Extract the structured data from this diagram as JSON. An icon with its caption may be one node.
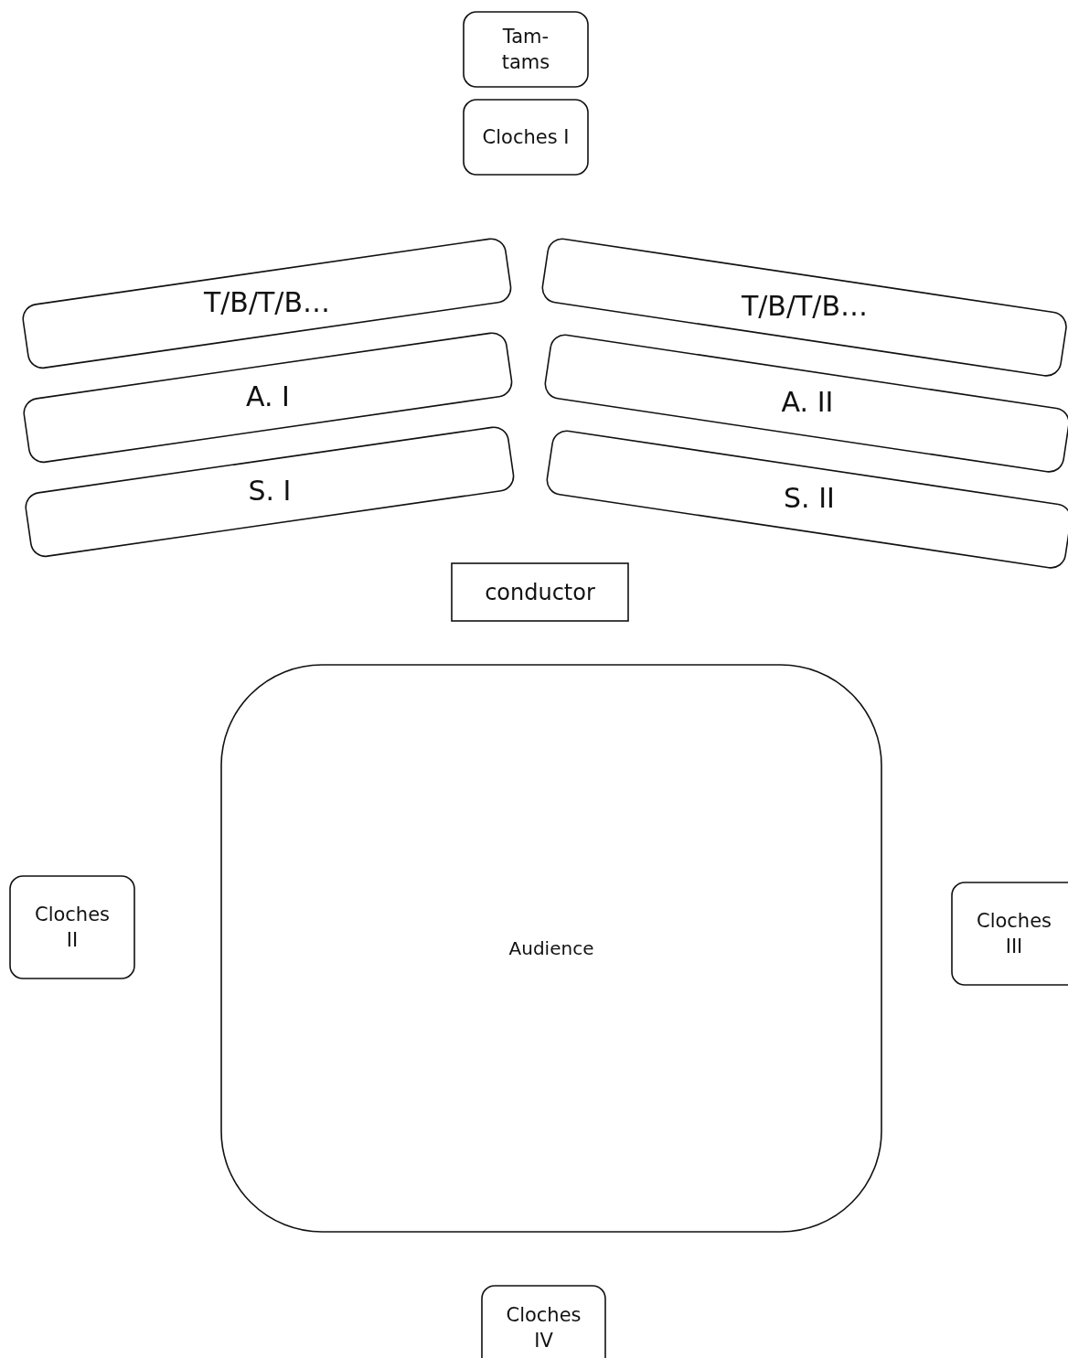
{
  "diagram": {
    "nodes": [
      {
        "text": [
          "Tam-tams"
        ]
      },
      {
        "text": [
          "Cloches I"
        ]
      },
      {
        "text": [
          "T/B/T/B…"
        ]
      },
      {
        "text": [
          "T/B/T/B…"
        ]
      },
      {
        "text": [
          "A. I"
        ]
      },
      {
        "text": [
          "A. II"
        ]
      },
      {
        "text": [
          "S. I"
        ]
      },
      {
        "text": [
          "S. II"
        ]
      },
      {
        "text": [
          "conductor"
        ]
      },
      {
        "text": [
          "Audience"
        ]
      },
      {
        "text": [
          "Cloches II"
        ]
      },
      {
        "text": [
          "Cloches III"
        ]
      },
      {
        "text": [
          "Cloches IV"
        ]
      }
    ]
  }
}
